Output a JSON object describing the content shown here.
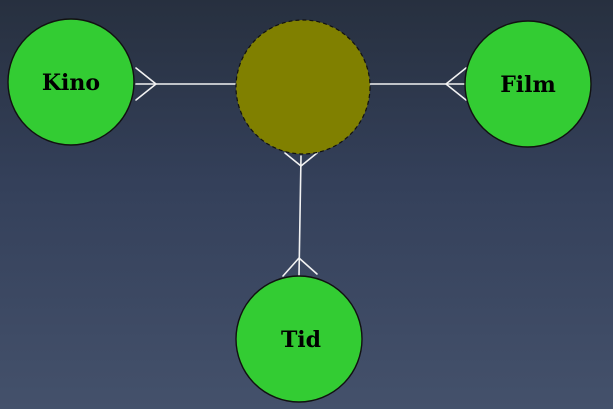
{
  "diagram": {
    "relation": {
      "label": "",
      "fill_color": "#808000"
    },
    "entities": {
      "kino": {
        "label": "Kino"
      },
      "film": {
        "label": "Film"
      },
      "tid": {
        "label": "Tid"
      }
    },
    "entity_color": "#33cc33",
    "line_color": "#f2f2f2",
    "connector_style": "crow's foot (many)"
  }
}
